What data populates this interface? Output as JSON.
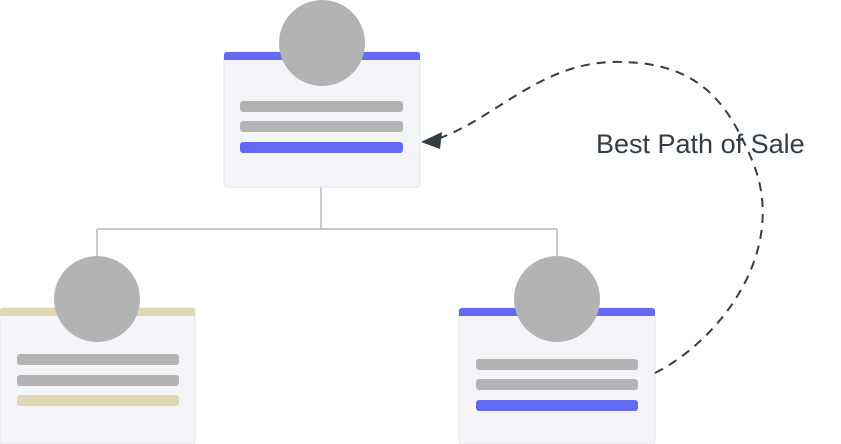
{
  "diagram": {
    "path_label": "Best Path of Sale",
    "colors": {
      "blue_accent": "#6469f2",
      "tan_accent": "#e0d7b4",
      "placeholder_gray": "#b3b3b3",
      "text": "#333d47"
    },
    "nodes": [
      {
        "id": "top",
        "accent": "blue"
      },
      {
        "id": "bottom-left",
        "accent": "tan"
      },
      {
        "id": "bottom-right",
        "accent": "blue"
      }
    ]
  }
}
